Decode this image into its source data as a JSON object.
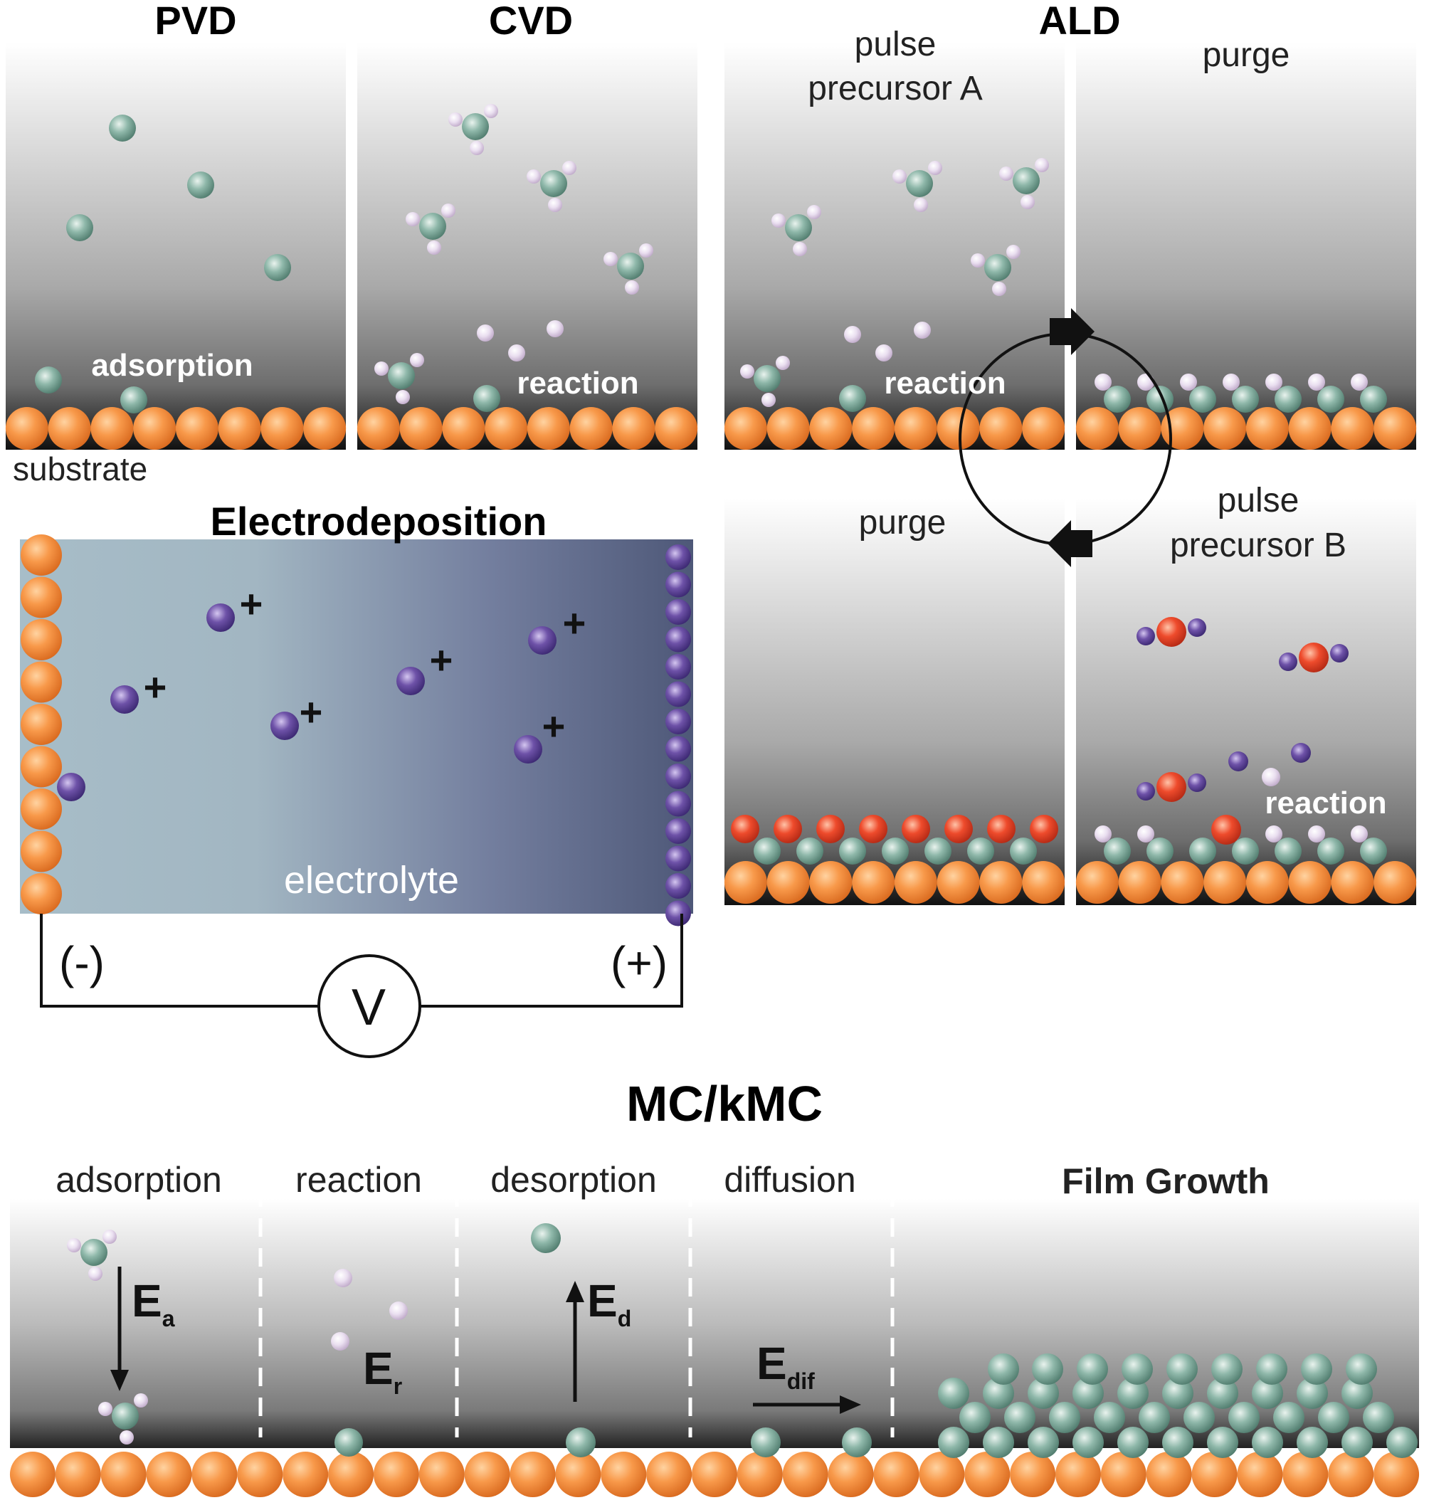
{
  "titles": {
    "pvd": "PVD",
    "cvd": "CVD",
    "ald": "ALD",
    "electrodeposition": "Electrodeposition",
    "mckmc": "MC/kMC"
  },
  "labels": {
    "pvd_adsorption": "adsorption",
    "substrate": "substrate",
    "cvd_reaction": "reaction",
    "ald_pulse_a": [
      "pulse",
      "precursor A"
    ],
    "ald_purge_1": "purge",
    "ald_reaction_a": "reaction",
    "ald_purge_2": "purge",
    "ald_pulse_b": [
      "pulse",
      "precursor B"
    ],
    "ald_reaction_b": "reaction",
    "electrolyte": "electrolyte",
    "cathode": "(-)",
    "anode": "(+)",
    "voltmeter": "V",
    "ion_charge": "+"
  },
  "kmc": {
    "steps": [
      "adsorption",
      "reaction",
      "desorption",
      "diffusion"
    ],
    "film_growth": "Film Growth",
    "energies": {
      "adsorption": {
        "main": "E",
        "sub": "a"
      },
      "reaction": {
        "main": "E",
        "sub": "r"
      },
      "desorption": {
        "main": "E",
        "sub": "d"
      },
      "diffusion": {
        "main": "E",
        "sub": "dif"
      }
    }
  },
  "colors": {
    "substrate_atom": "#f08c3c",
    "deposit_atom": "#7fa89a",
    "ligand_atom": "#e8d6ec",
    "precursor_b_atom": "#e8442a",
    "ion_atom": "#6a4ea0",
    "electrolyte_light": "#a7bdc8",
    "electrolyte_dark": "#4e5878"
  }
}
